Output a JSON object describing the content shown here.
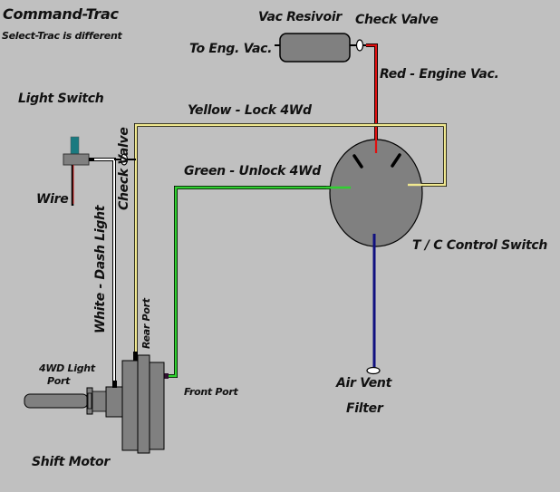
{
  "title": "Command-Trac",
  "subtitle": "Select-Trac is different",
  "labels": {
    "vac_reservoir": "Vac Resivoir",
    "check_valve_top": "Check Valve",
    "to_eng_vac": "To Eng. Vac.",
    "red_line": "Red - Engine Vac.",
    "light_switch": "Light Switch",
    "wire": "Wire",
    "yellow_line": "Yellow - Lock 4Wd",
    "green_line": "Green - Unlock 4Wd",
    "check_valve_side": "Check Valve",
    "white_line": "White - Dash Light",
    "rear_port": "Rear Port",
    "tc_control_switch": "T / C Control Switch",
    "light_port_line1": "4WD Light",
    "light_port_line2": "Port",
    "front_port": "Front Port",
    "air_vent_line1": "Air Vent",
    "air_vent_line2": "Filter",
    "shift_motor": "Shift Motor"
  },
  "colors": {
    "background": "#c0c0c0",
    "red_line": "#e01010",
    "yellow_line": "#f0e890",
    "green_line": "#30d030",
    "white_line": "#ffffff",
    "blue_line": "#101080",
    "component_gray": "#808080",
    "switch_knob": "#1a7a80"
  }
}
